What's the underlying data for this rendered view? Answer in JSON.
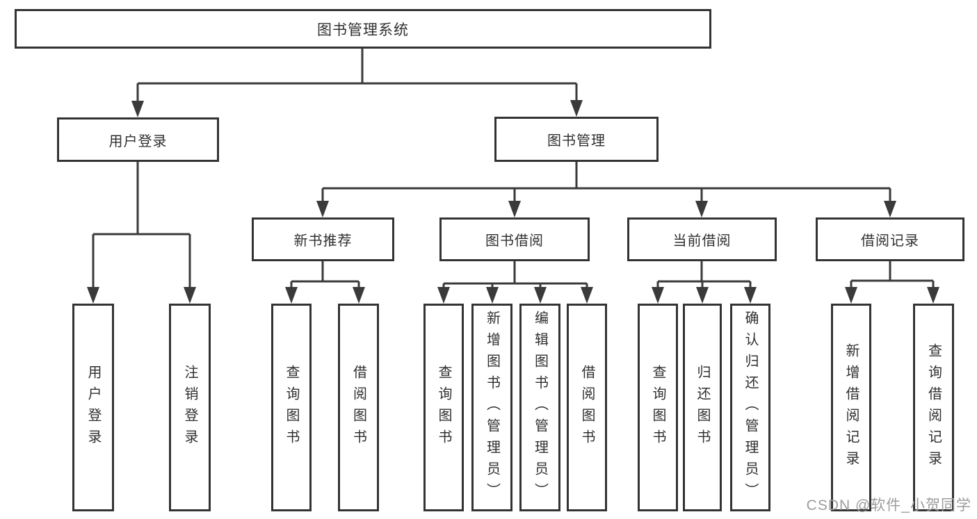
{
  "diagram_type": "hierarchy-tree",
  "colors": {
    "line": "#3a3a3a",
    "box_border": "#333333",
    "box_background": "#ffffff",
    "text": "#2f2f2f",
    "watermark": "#9c9c9c",
    "page_background": "#ffffff"
  },
  "nodes": {
    "root": {
      "label": "图书管理系统"
    },
    "user_login": {
      "label": "用户登录"
    },
    "book_mgmt": {
      "label": "图书管理"
    },
    "new_book_rec": {
      "label": "新书推荐"
    },
    "book_borrow": {
      "label": "图书借阅"
    },
    "current_borrow": {
      "label": "当前借阅"
    },
    "borrow_records": {
      "label": "借阅记录"
    },
    "leaf_user_login": {
      "label": "用户登录"
    },
    "leaf_logout": {
      "label": "注销登录"
    },
    "leaf_query_book_1": {
      "label": "查询图书"
    },
    "leaf_borrow_book_1": {
      "label": "借阅图书"
    },
    "leaf_query_book_2": {
      "label": "查询图书"
    },
    "leaf_add_book": {
      "label": "新增图书（管理员）"
    },
    "leaf_edit_book": {
      "label": "编辑图书（管理员）"
    },
    "leaf_borrow_book_2": {
      "label": "借阅图书"
    },
    "leaf_query_book_3": {
      "label": "查询图书"
    },
    "leaf_return_book": {
      "label": "归还图书"
    },
    "leaf_confirm_return": {
      "label": "确认归还（管理员）"
    },
    "leaf_add_record": {
      "label": "新增借阅记录"
    },
    "leaf_query_record": {
      "label": "查询借阅记录"
    }
  },
  "hierarchy": {
    "图书管理系统": {
      "用户登录": [
        "用户登录",
        "注销登录"
      ],
      "图书管理": {
        "新书推荐": [
          "查询图书",
          "借阅图书"
        ],
        "图书借阅": [
          "查询图书",
          "新增图书（管理员）",
          "编辑图书（管理员）",
          "借阅图书"
        ],
        "当前借阅": [
          "查询图书",
          "归还图书",
          "确认归还（管理员）"
        ],
        "借阅记录": [
          "新增借阅记录",
          "查询借阅记录"
        ]
      }
    }
  },
  "watermark": "CSDN @软件_小贺同学"
}
